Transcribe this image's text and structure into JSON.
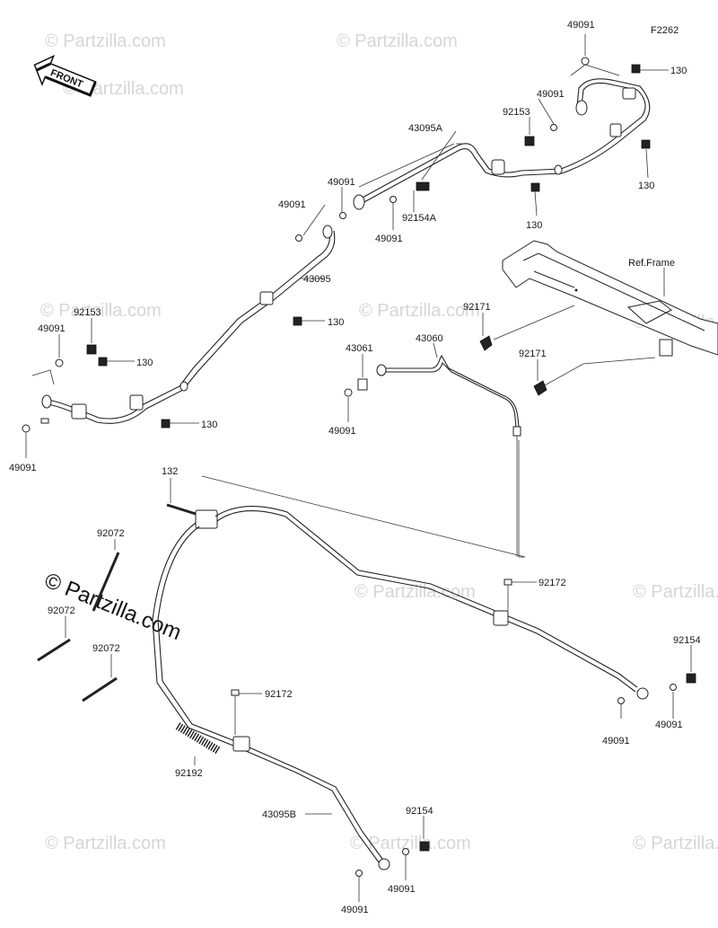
{
  "figure_code": "F2262",
  "front_label": "FRONT",
  "watermark": {
    "text": "© Partzilla.com",
    "brand_text": "© Partzilla.com"
  },
  "callouts": {
    "c49091_top": "49091",
    "c130_top": "130",
    "c49091_b": "49091",
    "c92153_top": "92153",
    "c43095A": "43095A",
    "c130_mid": "130",
    "c130_low": "130",
    "c49091_c": "49091",
    "c49091_d": "49091",
    "c92154A": "92154A",
    "c49091_e": "49091",
    "c43095": "43095",
    "c92153_left": "92153",
    "c49091_left": "49091",
    "c130_left1": "130",
    "c130_left2": "130",
    "c130_left3": "130",
    "c49091_left_bottom": "49091",
    "ref_frame": "Ref.Frame",
    "c92171_a": "92171",
    "c92171_b": "92171",
    "c43061": "43061",
    "c43060": "43060",
    "c49091_f": "49091",
    "c132": "132",
    "c92072_a": "92072",
    "c92072_b": "92072",
    "c92072_c": "92072",
    "c92172_a": "92172",
    "c92154_r": "92154",
    "c49091_r1": "49091",
    "c49091_r2": "49091",
    "c92172_b": "92172",
    "c92192": "92192",
    "c43095B": "43095B",
    "c92154_b": "92154",
    "c49091_b1": "49091",
    "c49091_b2": "49091"
  }
}
